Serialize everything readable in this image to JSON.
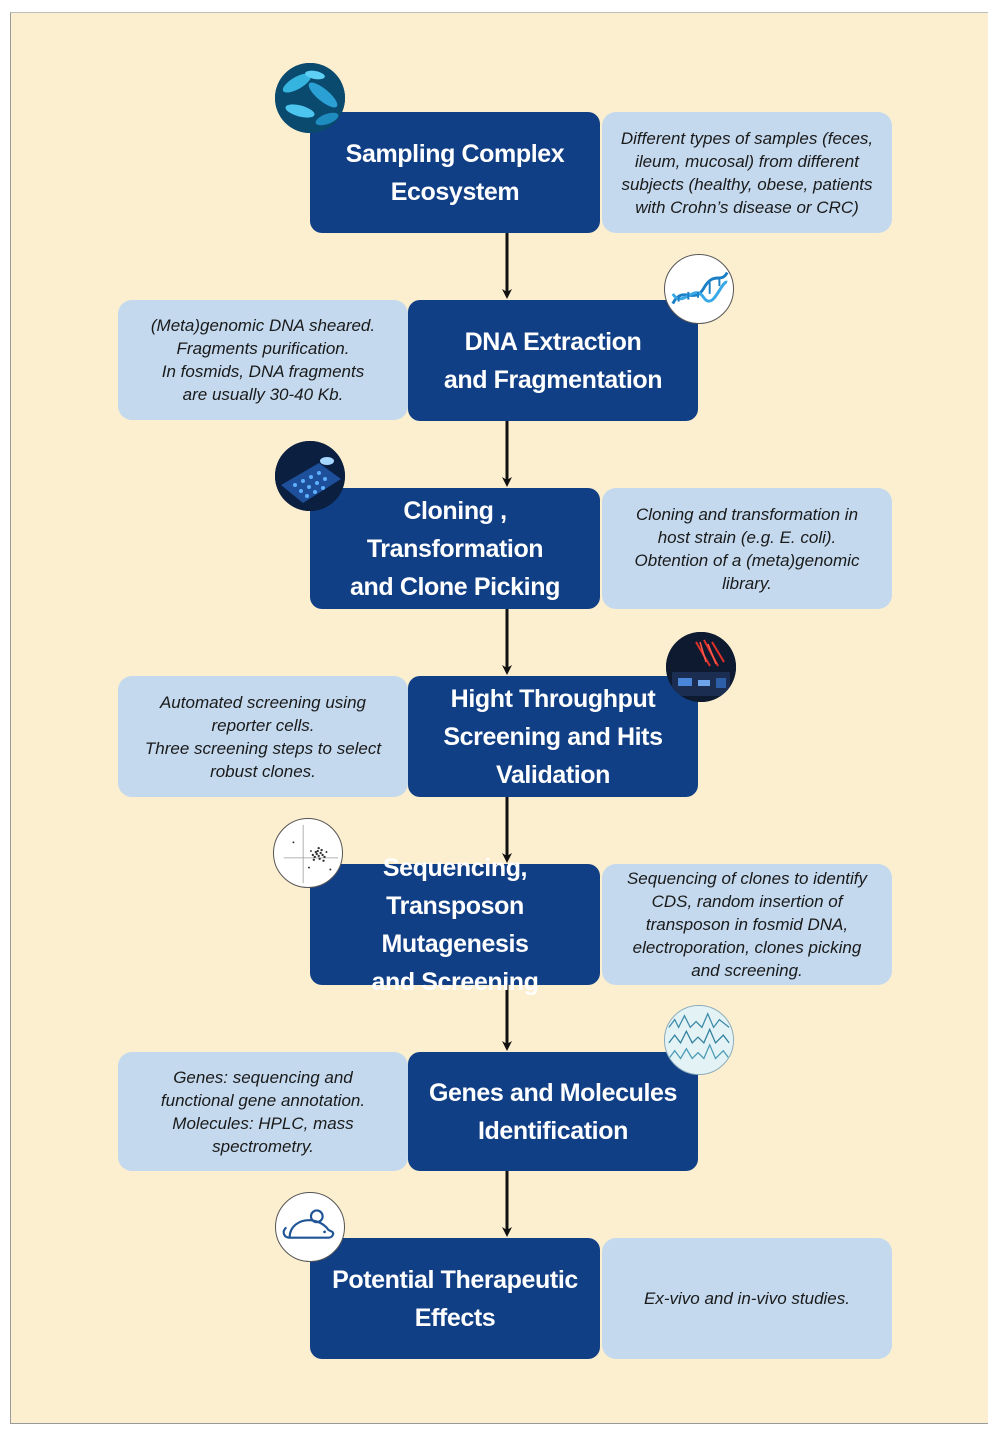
{
  "colors": {
    "background": "#fcefcf",
    "step_fill": "#113f85",
    "note_fill": "#c4d9ee",
    "arrow": "#111111"
  },
  "steps": [
    {
      "lines": [
        "Sampling Complex",
        "Ecosystem"
      ],
      "icon": "bacteria-icon"
    },
    {
      "lines": [
        "DNA Extraction",
        "and Fragmentation"
      ],
      "icon": "dna-helix-icon"
    },
    {
      "lines": [
        "Cloning , Transformation",
        "and Clone Picking"
      ],
      "icon": "microplate-icon"
    },
    {
      "lines": [
        "Hight Throughput",
        "Screening and Hits",
        "Validation"
      ],
      "icon": "lab-robot-icon"
    },
    {
      "lines": [
        "Sequencing,",
        "Transposon Mutagenesis",
        "and Screening"
      ],
      "icon": "scatter-plot-icon"
    },
    {
      "lines": [
        "Genes and Molecules",
        "Identification"
      ],
      "icon": "chromatogram-icon"
    },
    {
      "lines": [
        "Potential Therapeutic",
        "Effects"
      ],
      "icon": "mouse-icon"
    }
  ],
  "notes": [
    {
      "lines": [
        "Different types of samples (feces,",
        "ileum, mucosal) from different",
        "subjects (healthy, obese, patients",
        "with Crohn’s disease or CRC)"
      ]
    },
    {
      "lines": [
        "(Meta)genomic DNA sheared.",
        "Fragments purification.",
        "In fosmids, DNA fragments",
        "are usually 30-40 Kb."
      ]
    },
    {
      "lines": [
        "Cloning and transformation in",
        "host strain (e.g. E. coli).",
        "Obtention of a (meta)genomic",
        "library."
      ]
    },
    {
      "lines": [
        "Automated screening using",
        "reporter cells.",
        "Three screening steps to select",
        "robust clones."
      ]
    },
    {
      "lines": [
        "Sequencing of clones to identify",
        "CDS, random insertion of",
        "transposon in fosmid DNA,",
        "electroporation, clones picking",
        "and screening."
      ]
    },
    {
      "lines": [
        "Genes: sequencing and",
        "functional gene annotation.",
        "Molecules: HPLC, mass",
        "spectrometry."
      ]
    },
    {
      "lines": [
        "Ex-vivo and in-vivo studies."
      ]
    }
  ]
}
